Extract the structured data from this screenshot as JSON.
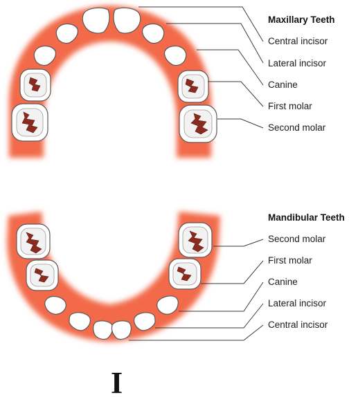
{
  "maxillary": {
    "title": "Maxillary Teeth",
    "labels": [
      "Central incisor",
      "Lateral incisor",
      "Canine",
      "First molar",
      "Second molar"
    ]
  },
  "mandibular": {
    "title": "Mandibular Teeth",
    "labels": [
      "Second molar",
      "First molar",
      "Canine",
      "Lateral incisor",
      "Central incisor"
    ]
  },
  "figure_label": "I",
  "colors": {
    "gum": "#f26a4a",
    "gum_edge": "#fbd6cb",
    "tooth": "#ffffff",
    "groove": "#8b2a1e"
  }
}
